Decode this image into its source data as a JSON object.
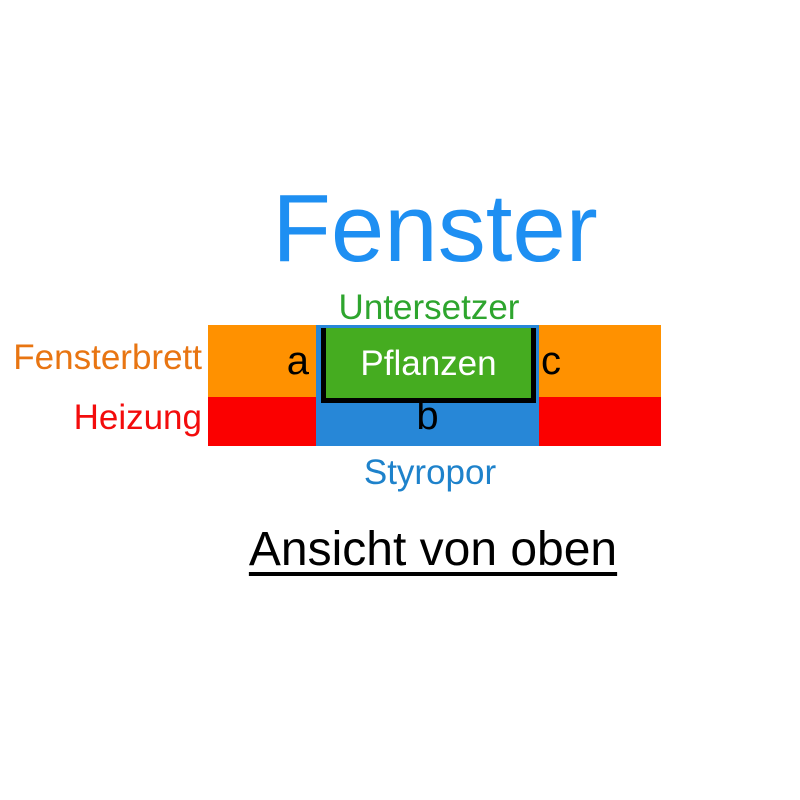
{
  "colors": {
    "title_blue": "#1E8FF2",
    "green_text": "#2EA52E",
    "green_fill": "#45AC20",
    "orange_fill": "#FF9100",
    "orange_text": "#E87512",
    "red_fill": "#FB0000",
    "red_text": "#F30C0C",
    "blue_fill": "#2787D7",
    "blue_text": "#1E82CB",
    "border_black": "#000000"
  },
  "diagram": {
    "title": "Fenster",
    "labels": {
      "untersetzer": "Untersetzer",
      "fensterbrett": "Fensterbrett",
      "heizung": "Heizung",
      "styropor": "Styropor",
      "pflanzen": "Pflanzen",
      "a": "a",
      "b": "b",
      "c": "c"
    },
    "caption": "Ansicht von oben"
  }
}
